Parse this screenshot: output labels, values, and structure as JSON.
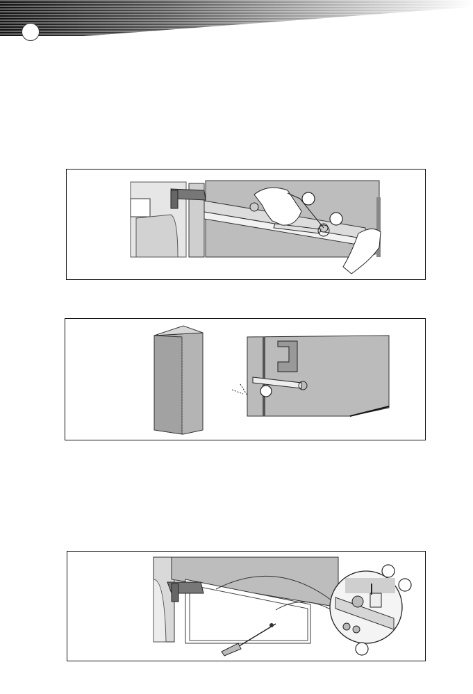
{
  "page": {
    "header_band": {
      "colors": [
        "#111111",
        "#ffffff"
      ]
    },
    "page_number_badge": {
      "text": ""
    }
  },
  "figures": [
    {
      "id": "figure-hinge-adjustment",
      "description_label": "",
      "callouts": [
        {
          "label": ""
        },
        {
          "label": ""
        }
      ],
      "icons": [
        "wrench-icon",
        "hand-icon",
        "hinge-icon"
      ]
    },
    {
      "id": "figure-door-panel-spacer",
      "description_label": "",
      "callouts": [
        {
          "label": ""
        }
      ],
      "icons": [
        "appliance-cabinet-icon",
        "spanner-icon",
        "door-handle-icon"
      ]
    },
    {
      "id": "figure-hinge-screw-detail",
      "description_label": "",
      "callouts": [
        {
          "label": ""
        },
        {
          "label": ""
        },
        {
          "label": ""
        }
      ],
      "icons": [
        "screwdriver-icon",
        "hinge-icon",
        "magnifier-detail-icon"
      ]
    }
  ]
}
